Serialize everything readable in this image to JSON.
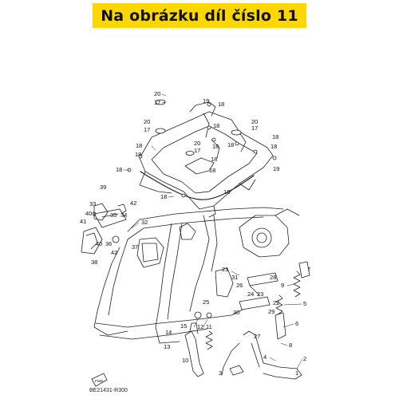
{
  "banner": {
    "text": "Na obrázku díl číslo 11",
    "background": "#ffd700"
  },
  "callouts": [
    {
      "id": "c20a",
      "label": "20"
    },
    {
      "id": "c17a",
      "label": "17"
    },
    {
      "id": "c19a",
      "label": "19"
    },
    {
      "id": "c18a",
      "label": "18"
    },
    {
      "id": "c20b",
      "label": "20"
    },
    {
      "id": "c17b",
      "label": "17"
    },
    {
      "id": "c18b",
      "label": "18"
    },
    {
      "id": "c20c",
      "label": "20"
    },
    {
      "id": "c17c",
      "label": "17"
    },
    {
      "id": "c18c",
      "label": "18"
    },
    {
      "id": "c20d",
      "label": "20"
    },
    {
      "id": "c17d",
      "label": "17"
    },
    {
      "id": "c18d",
      "label": "18"
    },
    {
      "id": "c18e",
      "label": "18"
    },
    {
      "id": "c18f",
      "label": "18"
    },
    {
      "id": "c18g",
      "label": "18"
    },
    {
      "id": "c18h",
      "label": "18"
    },
    {
      "id": "c18i",
      "label": "18"
    },
    {
      "id": "c18j",
      "label": "18"
    },
    {
      "id": "c18k",
      "label": "18"
    },
    {
      "id": "c19b",
      "label": "19"
    },
    {
      "id": "c16",
      "label": "16"
    },
    {
      "id": "c18l",
      "label": "18"
    },
    {
      "id": "c39",
      "label": "39"
    },
    {
      "id": "c42a",
      "label": "42"
    },
    {
      "id": "c33",
      "label": "33"
    },
    {
      "id": "c40a",
      "label": "40"
    },
    {
      "id": "c41",
      "label": "41"
    },
    {
      "id": "c35",
      "label": "35"
    },
    {
      "id": "c34",
      "label": "34"
    },
    {
      "id": "c32",
      "label": "32"
    },
    {
      "id": "c40b",
      "label": "40"
    },
    {
      "id": "c36",
      "label": "36"
    },
    {
      "id": "c37",
      "label": "37"
    },
    {
      "id": "c42b",
      "label": "42"
    },
    {
      "id": "c38",
      "label": "38"
    },
    {
      "id": "c7",
      "label": "7"
    },
    {
      "id": "c21",
      "label": "21"
    },
    {
      "id": "c31",
      "label": "31"
    },
    {
      "id": "c28",
      "label": "28"
    },
    {
      "id": "c9",
      "label": "9"
    },
    {
      "id": "c26",
      "label": "26"
    },
    {
      "id": "c24",
      "label": "24"
    },
    {
      "id": "c23",
      "label": "23"
    },
    {
      "id": "c25",
      "label": "25"
    },
    {
      "id": "c5",
      "label": "5"
    },
    {
      "id": "c22",
      "label": "22"
    },
    {
      "id": "c30",
      "label": "30"
    },
    {
      "id": "c29",
      "label": "29"
    },
    {
      "id": "c6",
      "label": "6"
    },
    {
      "id": "c15",
      "label": "15"
    },
    {
      "id": "c12",
      "label": "12"
    },
    {
      "id": "c11",
      "label": "11"
    },
    {
      "id": "c14",
      "label": "14"
    },
    {
      "id": "c27",
      "label": "27"
    },
    {
      "id": "c13",
      "label": "13"
    },
    {
      "id": "c8",
      "label": "8"
    },
    {
      "id": "c10",
      "label": "10"
    },
    {
      "id": "c4",
      "label": "4"
    },
    {
      "id": "c2",
      "label": "2"
    },
    {
      "id": "c3",
      "label": "3"
    },
    {
      "id": "c1",
      "label": "1"
    }
  ],
  "fwd_label": "FWD",
  "drawing_code": "BE21431-R300"
}
